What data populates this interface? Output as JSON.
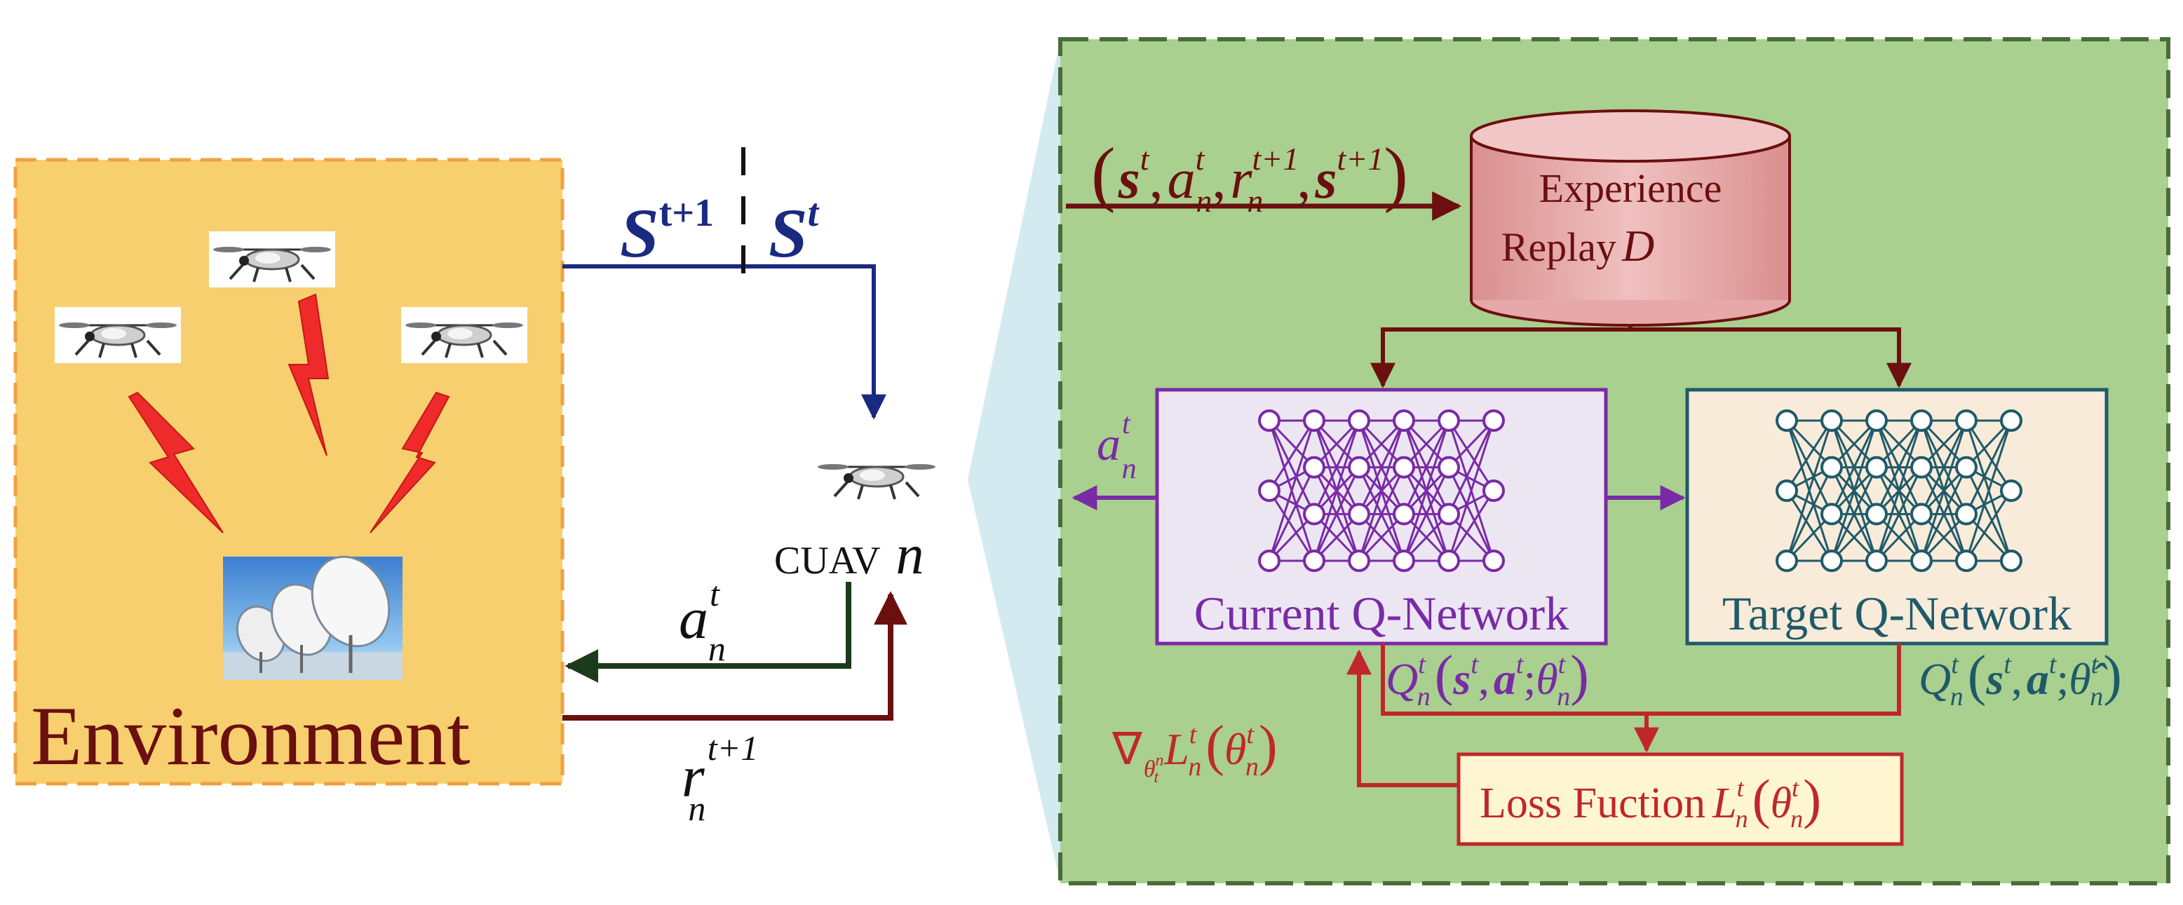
{
  "environment": {
    "label": "Environment"
  },
  "cuav": {
    "label": "CUAV",
    "index": "n"
  },
  "state_next": {
    "base": "S",
    "sup": "t+1"
  },
  "state_curr": {
    "base": "S",
    "sup": "t"
  },
  "action_left": {
    "base": "a",
    "sub": "n",
    "sup": "t"
  },
  "reward_left": {
    "base": "r",
    "sub": "n",
    "sup": "t+1"
  },
  "transition_tuple": {
    "open": "(",
    "s1": "s",
    "s1_sup": "t",
    "comma1": ",",
    "a": "a",
    "a_sub": "n",
    "a_sup": "t",
    "comma2": ",",
    "r": "r",
    "r_sub": "n",
    "r_sup": "t+1",
    "comma3": ",",
    "s2": "s",
    "s2_sup": "t+1",
    "close": ")"
  },
  "replay": {
    "line1": "Experience",
    "line2": "Replay",
    "symbol": "D"
  },
  "action_right": {
    "base": "a",
    "sub": "n",
    "sup": "t"
  },
  "current_network": {
    "label": "Current Q-Network"
  },
  "target_network": {
    "label": "Target Q-Network"
  },
  "q_current": {
    "Q": "Q",
    "sub": "n",
    "sup": "t",
    "open": "(",
    "s": "s",
    "s_sup": "t",
    "comma1": ",",
    "a": "a",
    "a_sup": "t",
    "semi": ";",
    "theta": "θ",
    "theta_sub": "n",
    "theta_sup": "t",
    "close": ")"
  },
  "q_target": {
    "Q": "Q",
    "sub": "n",
    "sup": "t",
    "open": "(",
    "s": "s",
    "s_sup": "t",
    "comma1": ",",
    "a": "a",
    "a_sup": "t",
    "semi": ";",
    "theta": "θ̂",
    "theta_sub": "n",
    "theta_sup": "t",
    "close": ")"
  },
  "gradient": {
    "nabla": "∇",
    "nabla_sub": "θ",
    "nabla_sub_sup": "n",
    "nabla_sub_sub": "t",
    "L": "L",
    "L_sub": "n",
    "L_sup": "t",
    "open": "(",
    "theta": "θ",
    "theta_sub": "n",
    "theta_sup": "t",
    "close": ")"
  },
  "loss": {
    "label": "Loss Fuction",
    "L": "L",
    "L_sub": "n",
    "L_sup": "t",
    "open": "(",
    "theta": "θ",
    "theta_sub": "n",
    "theta_sup": "t",
    "close": ")"
  },
  "colors": {
    "env_fill": "#f7cf6e",
    "env_border": "#f0a040",
    "panel_fill": "#a9d08e",
    "panel_border": "#4a6b3a",
    "dark_red": "#6b0f0f",
    "navy": "#1a2a80",
    "dark_green": "#1c3a1c",
    "purple": "#7a2aa6",
    "teal": "#1f5a6a",
    "red": "#c0272d",
    "replay_fill": "#e6a8a8",
    "current_fill": "#ece6f3",
    "target_fill": "#f8ebd9",
    "loss_fill": "#fdf6d0"
  }
}
